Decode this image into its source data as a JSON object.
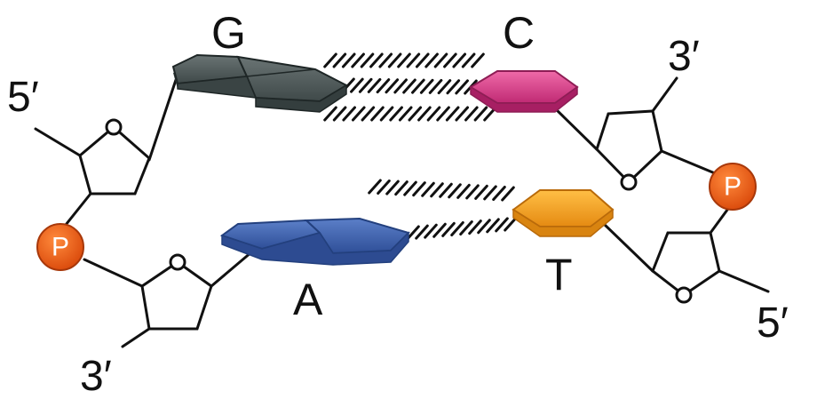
{
  "labels": {
    "G": "G",
    "C": "C",
    "A": "A",
    "T": "T",
    "five_prime_left": "5′",
    "three_prime_top_right": "3′",
    "three_prime_bottom_left": "3′",
    "five_prime_bottom_right": "5′",
    "phosphate_left": "P",
    "phosphate_right": "P"
  },
  "colors": {
    "guanine": "#4f5b5c",
    "cytosine": "#d6408c",
    "adenine": "#3f63b0",
    "thymine": "#f2a21f",
    "phosphate": "#e65a14",
    "backbone": "#111111"
  }
}
